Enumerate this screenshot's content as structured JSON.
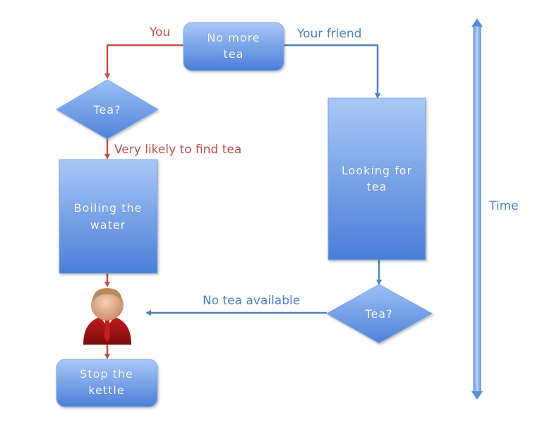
{
  "nodes": {
    "start": {
      "line1": "No more",
      "line2": "tea"
    },
    "decision_you": {
      "text": "Tea?"
    },
    "boiling": {
      "line1": "Boiling the",
      "line2": "water"
    },
    "stop": {
      "line1": "Stop the",
      "line2": "kettle"
    },
    "looking": {
      "line1": "Looking for",
      "line2": "tea"
    },
    "decision_friend": {
      "text": "Tea?"
    }
  },
  "labels": {
    "you": "You",
    "your_friend": "Your friend",
    "likely": "Very likely to find tea",
    "no_tea": "No tea available",
    "time": "Time"
  },
  "colors": {
    "red_path": "#c0504d",
    "blue_path": "#4f81bd",
    "box_top": "#a9c6f5",
    "box_bottom": "#4f7fd6"
  },
  "icons": {
    "person": "person-icon"
  }
}
